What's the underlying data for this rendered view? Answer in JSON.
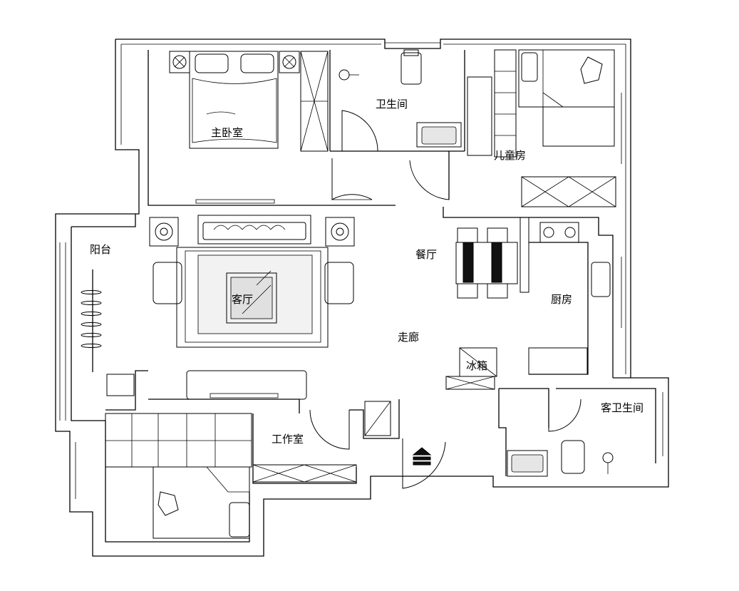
{
  "floor_plan": {
    "rooms": {
      "master_bedroom": "主卧室",
      "bathroom": "卫生间",
      "kids_room": "儿童房",
      "balcony": "阳台",
      "living_room": "客厅",
      "dining_room": "餐厅",
      "kitchen": "厨房",
      "corridor": "走廊",
      "fridge": "冰箱",
      "guest_bathroom": "客卫生间",
      "study": "工作室"
    }
  }
}
